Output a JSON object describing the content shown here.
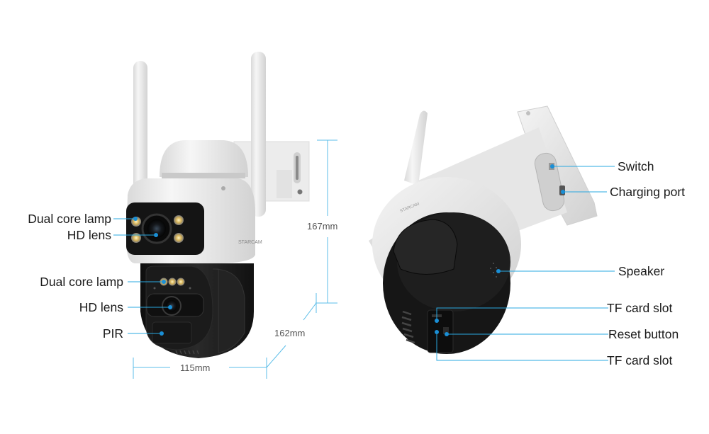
{
  "colors": {
    "callout_line": "#29a8e0",
    "callout_dot": "#1a8fd6",
    "dimension_line": "#5bbde8",
    "text": "#1a1a1a",
    "dim_text": "#555555",
    "camera_white": "#eeeeee",
    "camera_black": "#1c1c1c"
  },
  "front_view": {
    "brand_mark": "STARCAM",
    "labels": [
      {
        "id": "upper-dual-core-lamp",
        "text": "Dual core lamp"
      },
      {
        "id": "upper-hd-lens",
        "text": "HD lens"
      },
      {
        "id": "lower-dual-core-lamp",
        "text": "Dual core lamp"
      },
      {
        "id": "lower-hd-lens",
        "text": "HD lens"
      },
      {
        "id": "pir-sensor",
        "text": "PIR"
      }
    ],
    "dimensions": {
      "height": "167mm",
      "depth": "162mm",
      "width": "115mm"
    }
  },
  "rear_view": {
    "brand_mark": "STARCAM",
    "labels": [
      {
        "id": "switch",
        "text": "Switch"
      },
      {
        "id": "charging-port",
        "text": "Charging port"
      },
      {
        "id": "speaker",
        "text": "Speaker"
      },
      {
        "id": "tf-card-slot-1",
        "text": "TF card slot"
      },
      {
        "id": "reset-button",
        "text": "Reset button"
      },
      {
        "id": "tf-card-slot-2",
        "text": "TF card slot"
      }
    ]
  }
}
